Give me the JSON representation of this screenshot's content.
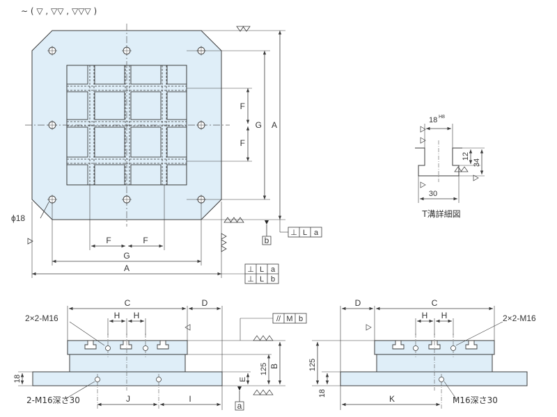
{
  "header": {
    "surface_symbol": "∼ ( ▽ , ▽▽ , ▽▽▽ )"
  },
  "colors": {
    "plate_fill": "#dfeef8",
    "stroke": "#3a3a3a",
    "center_line": "#555555"
  },
  "top_view": {
    "dims": {
      "A": "A",
      "G": "G",
      "F": "F",
      "hole": "ϕ18"
    },
    "datum_b": "b",
    "frame_la": [
      "⊥",
      "L",
      "a"
    ],
    "frame_lb": [
      "⊥",
      "L",
      "b"
    ]
  },
  "t_slot": {
    "width_top": "18",
    "width_tol": "H8",
    "depth_12": "12",
    "depth_34": "34",
    "width_bottom": "30",
    "caption": "T溝詳細図"
  },
  "front_view": {
    "dims": {
      "C": "C",
      "D": "D",
      "H": "H",
      "B": "B",
      "E": "E",
      "J": "J",
      "I": "I",
      "h125": "125",
      "h18": "18"
    },
    "tap_top": "2×2-M16",
    "tap_bottom": "2-M16深さ30",
    "datum_a": "a",
    "frame_mb": [
      "//",
      "M",
      "b"
    ]
  },
  "side_view": {
    "dims": {
      "C": "C",
      "D": "D",
      "H": "H",
      "K": "K",
      "h125": "125",
      "h18": "18"
    },
    "tap_top": "2×2-M16",
    "tap_bottom": "M16深さ30"
  }
}
